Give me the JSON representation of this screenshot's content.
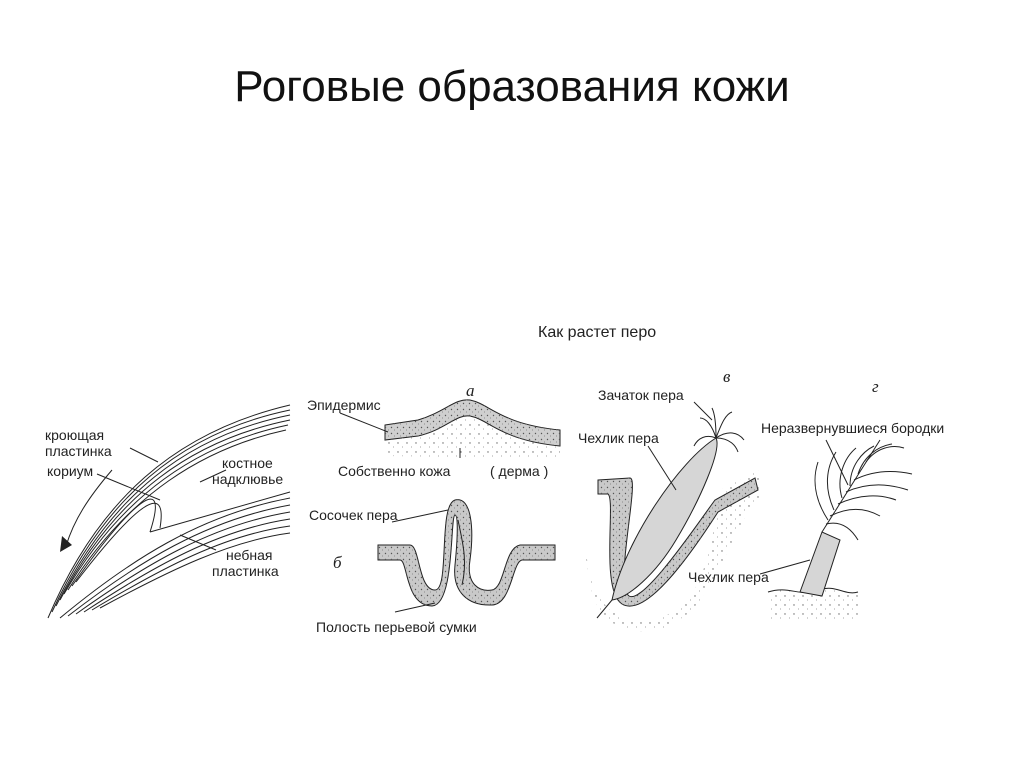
{
  "title": "Роговые образования кожи",
  "beak": {
    "labels": {
      "covering_plate_1": "кроющая",
      "covering_plate_2": "пластинка",
      "corium": "кориум",
      "bony_beak_1": "костное",
      "bony_beak_2": "надклювье",
      "palatine_plate_1": "небная",
      "palatine_plate_2": "пластинка"
    }
  },
  "feather": {
    "heading": "Как растет перо",
    "panel_letters": {
      "a": "а",
      "b": "б",
      "v": "в",
      "g": "г"
    },
    "labels": {
      "epidermis": "Эпидермис",
      "dermis": "Собственно кожа",
      "dermis_paren": "( дерма )",
      "papilla": "Сосочек пера",
      "cavity": "Полость перьевой сумки",
      "bud": "Зачаток пера",
      "sheath_v": "Чехлик пера",
      "barbs": "Неразвернувшиеся бородки",
      "sheath_g": "Чехлик пера"
    }
  },
  "colors": {
    "ink": "#222222",
    "skin_fill": "#c9c9c9",
    "bud_fill": "#d6d6d6",
    "background": "#ffffff"
  }
}
